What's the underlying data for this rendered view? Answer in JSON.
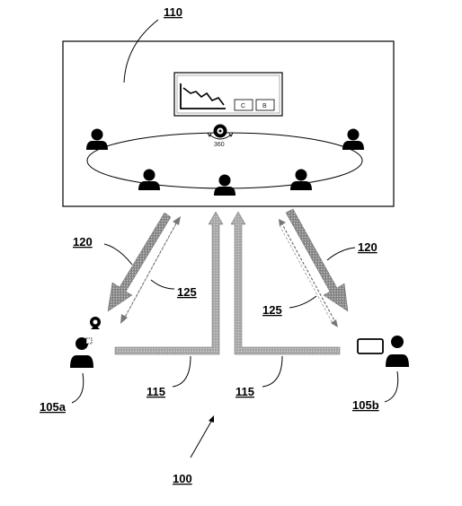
{
  "labels": {
    "room": "110",
    "system": "100",
    "arrow_left": "120",
    "arrow_right": "120",
    "dashed_left": "125",
    "dashed_right": "125",
    "line_left": "115",
    "line_right": "115",
    "user_left": "105a",
    "user_right": "105b"
  },
  "screen": {
    "button_c": "C",
    "button_b": "B"
  },
  "camera": {
    "label": "360"
  },
  "icons": [
    "person-icon",
    "webcam-icon",
    "360-camera-icon",
    "laptop-icon",
    "display-screen-icon",
    "chart-icon"
  ]
}
